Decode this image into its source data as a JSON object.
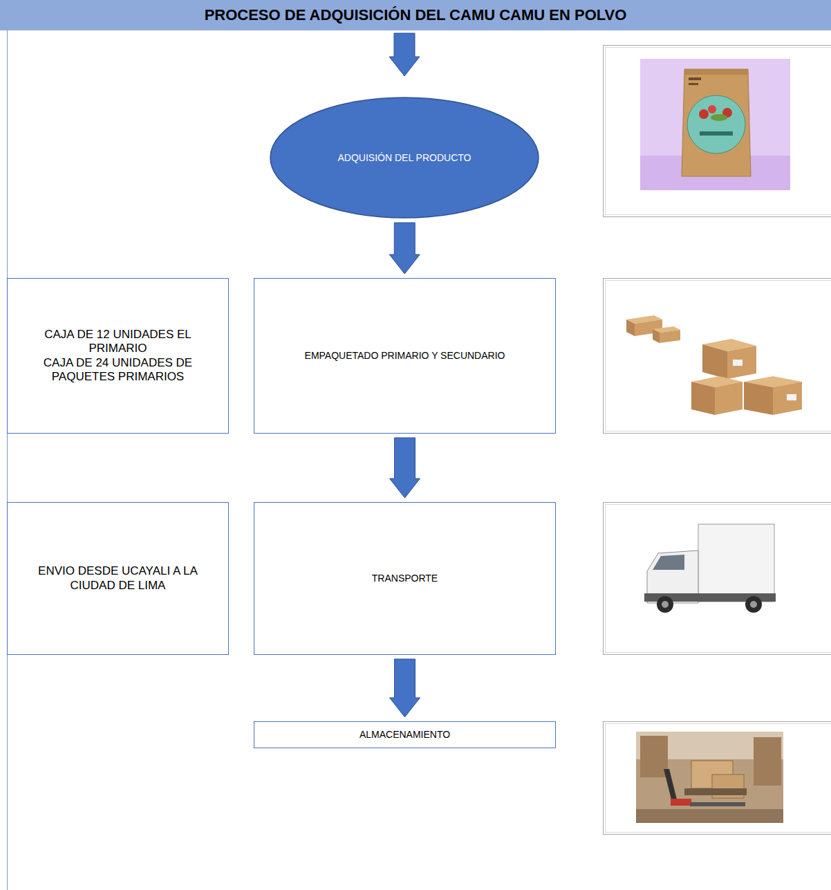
{
  "diagram": {
    "title": "PROCESO DE ADQUISICIÓN DEL CAMU CAMU EN POLVO",
    "nodes": [
      {
        "text": [
          "ADQUISIÓN DEL PRODUCTO"
        ]
      },
      {
        "text": [
          "CAJA DE 12 UNIDADES EL PRIMARIO",
          "CAJA DE 24 UNIDADES DE PAQUETES PRIMARIOS"
        ]
      },
      {
        "text": [
          "EMPAQUETADO PRIMARIO Y SECUNDARIO"
        ]
      },
      {
        "text": [
          "ENVIO DESDE UCAYALI A LA CIUDAD DE LIMA"
        ]
      },
      {
        "text": [
          "TRANSPORTE"
        ]
      },
      {
        "text": [
          "ALMACENAMIENTO"
        ]
      }
    ],
    "edges": [
      {
        "from": 0,
        "to": 2,
        "arrow": "to"
      },
      {
        "from": 2,
        "to": 4,
        "arrow": "to"
      },
      {
        "from": 4,
        "to": 5,
        "arrow": "to"
      }
    ]
  }
}
